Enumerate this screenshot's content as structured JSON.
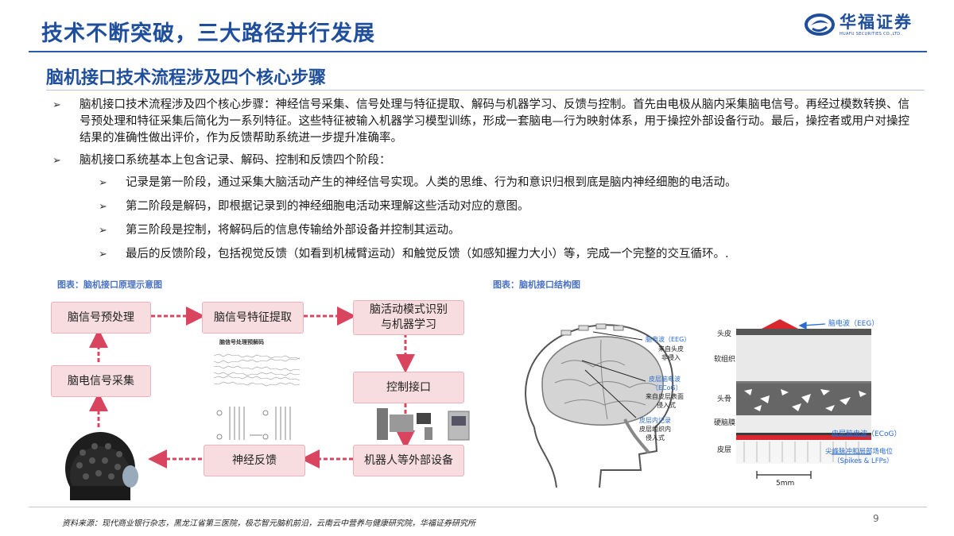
{
  "header": {
    "title": "技术不断突破，三大路径并行发展",
    "logo_name": "华福证券",
    "logo_sub": "HUAFU SECURITIES CO.,LTD."
  },
  "subtitle": "脑机接口技术流程涉及四个核心步骤",
  "bullets": {
    "b1": "脑机接口技术流程涉及四个核心步骤：神经信号采集、信号处理与特征提取、解码与机器学习、反馈与控制。首先由电极从脑内采集脑电信号。再经过模数转换、信号预处理和特征采集后简化为一系列特征。这些特征被输入机器学习模型训练，形成一套脑电—行为映射体系，用于操控外部设备行动。最后，操控者或用户对操控结果的准确性做出评价，作为反馈帮助系统进一步提升准确率。",
    "b2": "脑机接口系统基本上包含记录、解码、控制和反馈四个阶段：",
    "sub": [
      "记录是第一阶段，通过采集大脑活动产生的神经信号实现。人类的思维、行为和意识归根到底是脑内神经细胞的电活动。",
      "第二阶段是解码，即根据记录到的神经细胞电活动来理解这些活动对应的意图。",
      "第三阶段是控制，将解码后的信息传输给外部设备并控制其运动。",
      "最后的反馈阶段，包括视觉反馈（如看到机械臂运动）和触觉反馈（如感知握力大小）等，完成一个完整的交互循环。."
    ]
  },
  "diagram_left": {
    "caption": "图表：脑机接口原理示意图",
    "boxes": {
      "preprocess": "脑信号预处理",
      "feature": "脑信号特征提取",
      "ml_line1": "脑活动模式识别",
      "ml_line2": "与机器学习",
      "collect": "脑电信号采集",
      "control": "控制接口",
      "feedback": "神经反馈",
      "robot": "机器人等外部设备"
    },
    "mini_label": "脑信号处理预解码"
  },
  "diagram_right": {
    "caption": "图表：脑机接口结构图",
    "labels": {
      "eeg_left": "脑电波（EEG）",
      "eeg_left_sub1": "来自头皮",
      "eeg_left_sub2": "非侵入",
      "ecog_left_1": "皮层脑电波",
      "ecog_left_2": "（ECoG）",
      "ecog_left_sub1": "来自皮层表面",
      "ecog_left_sub2": "侵入式",
      "intra_left": "皮层内记录",
      "intra_sub1": "皮层组织内",
      "intra_sub2": "侵入式",
      "scalp": "头皮",
      "soft_tissue": "软组织",
      "skull": "头骨",
      "dura": "硬脑膜",
      "cortex": "皮层",
      "eeg_right": "脑电波（EEG）",
      "ecog_right": "皮层脑电波（ECoG）",
      "spikes_1": "尖峰脉冲和局部场电位",
      "spikes_2": "（Spikes & LFPs）",
      "scale": "5mm"
    }
  },
  "footer": {
    "source": "资料来源：现代商业银行杂志，黑龙江省第三医院，极芯智元脑机前沿，云南云中营养与健康研究院，华福证券研究所",
    "page": "9"
  },
  "colors": {
    "brand": "#1f4e9c",
    "box_fill": "#f7dde0",
    "arrow": "#d9455f",
    "caption": "#4a72c4"
  }
}
